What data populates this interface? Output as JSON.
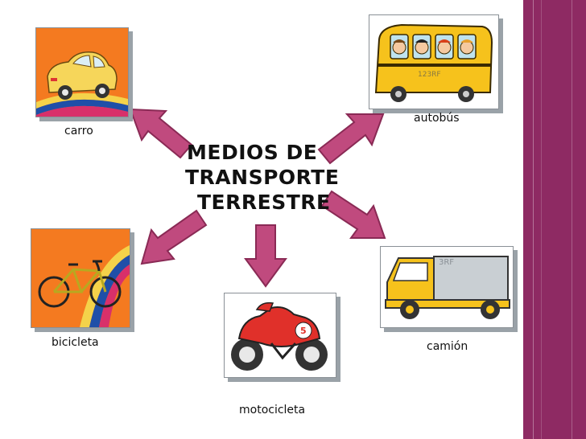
{
  "title": {
    "line1": "MEDIOS DE",
    "line2": "TRANSPORTE",
    "line3": "TERRESTRE"
  },
  "nodes": [
    {
      "label": "carro",
      "image": "car-illustration"
    },
    {
      "label": "autobús",
      "image": "school-bus-illustration"
    },
    {
      "label": "bicicleta",
      "image": "bicycle-illustration"
    },
    {
      "label": "camión",
      "image": "truck-illustration"
    },
    {
      "label": "motocicleta",
      "image": "motorcycle-illustration"
    }
  ],
  "watermarks": {
    "bus": "123RF",
    "truck": "3RF",
    "moto": "5"
  },
  "colors": {
    "arrow_fill": "#c04a7e",
    "arrow_stroke": "#8a2a55",
    "sidebar": "#8e2a63",
    "card_bg_orange": "#f47a20",
    "vehicle_yellow": "#f6c21c"
  }
}
